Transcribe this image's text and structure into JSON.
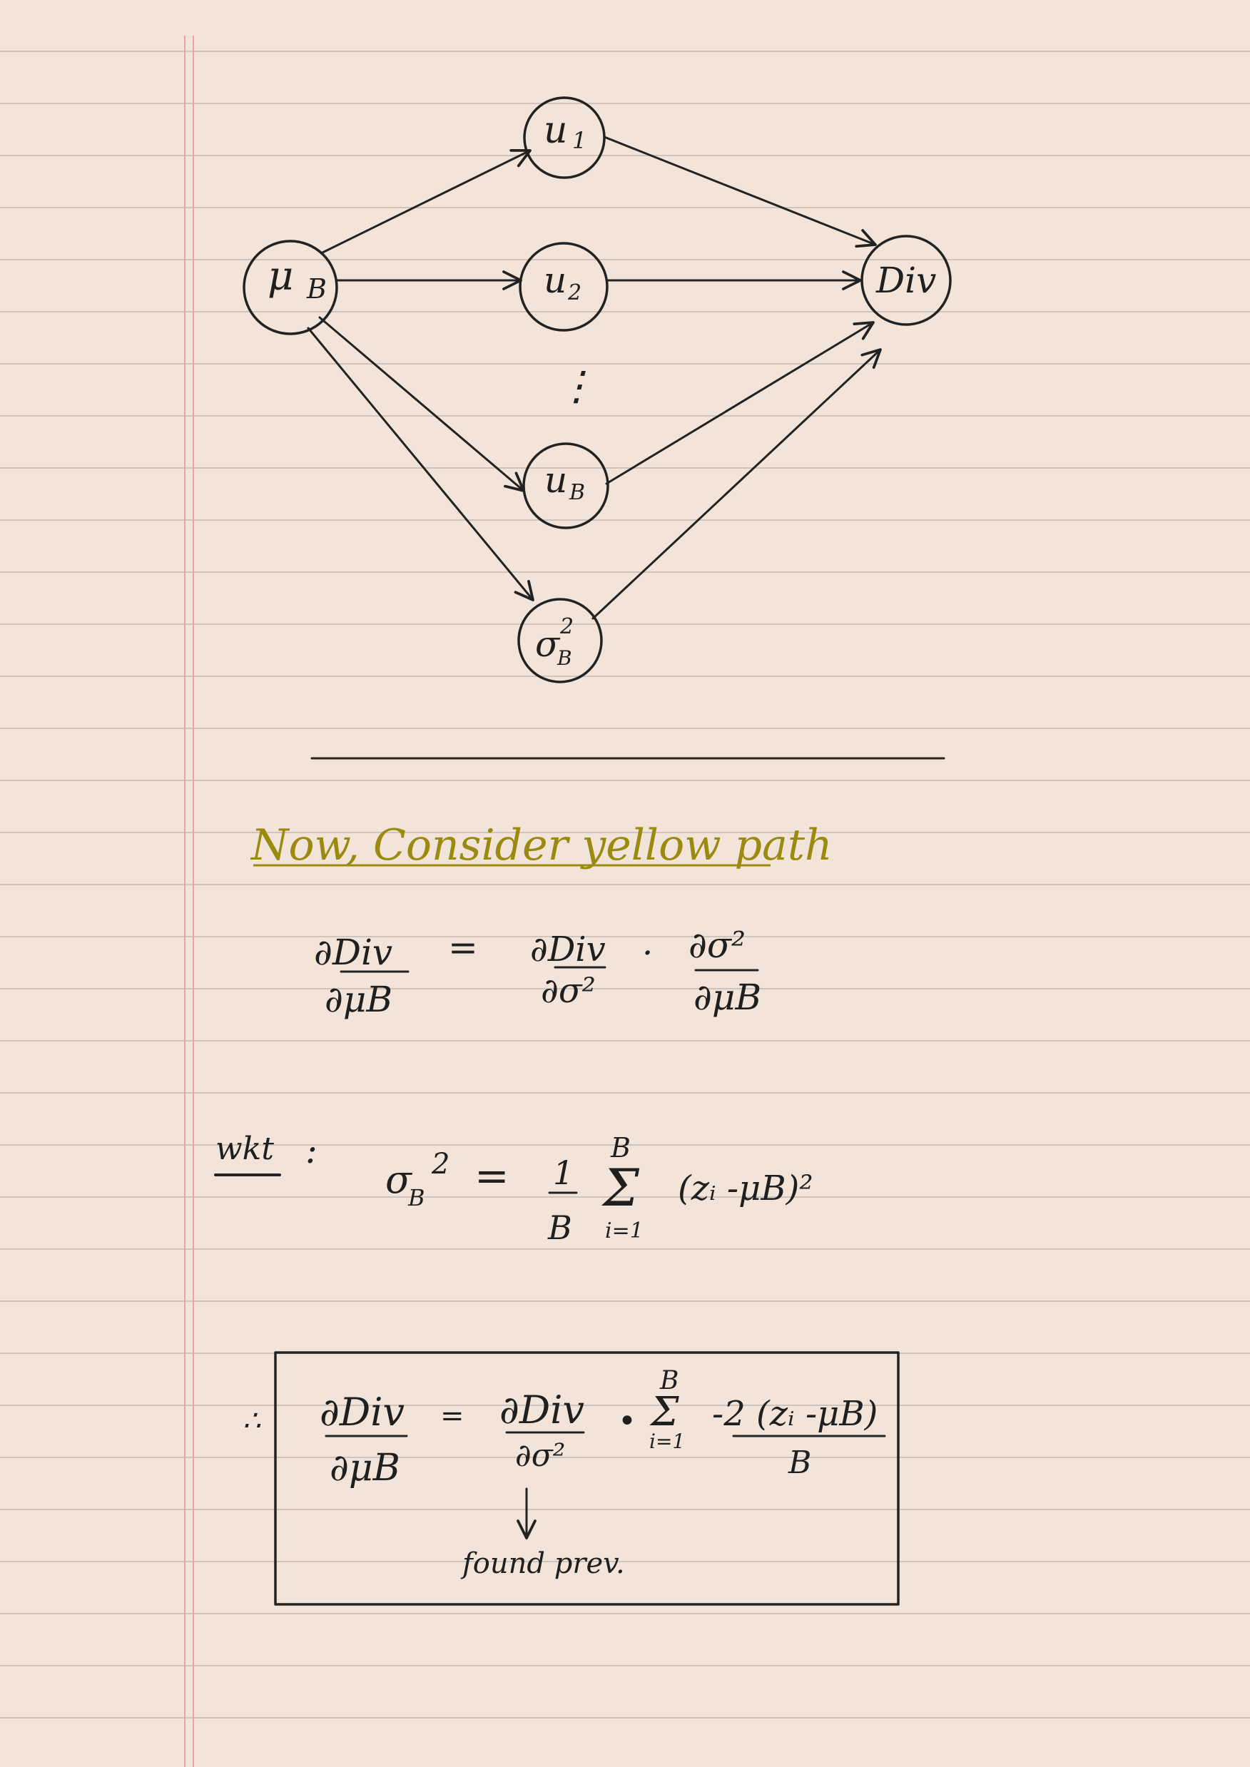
{
  "graph": {
    "nodes": {
      "mu_b": "μ",
      "mu_b_sub": "B",
      "u1": "u",
      "u1_sub": "1",
      "u2": "u",
      "u2_sub": "2",
      "ub": "u",
      "ub_sub": "B",
      "sigma": "σ",
      "sigma_sup": "2",
      "sigma_sub": "B",
      "div": "Div"
    },
    "ellipsis": "⋮"
  },
  "heading": "Now, Consider yellow path",
  "chain_rule": {
    "lhs_num": "∂Div",
    "lhs_den": "∂μB",
    "equals": "=",
    "t1_num": "∂Div",
    "t1_den": "∂σ²",
    "dot": "·",
    "t2_num": "∂σ²",
    "t2_den": "∂μB"
  },
  "wkt": {
    "label": "wkt",
    "colon": ":",
    "lhs": "σ",
    "lhs_sub": "B",
    "lhs_sup": "2",
    "equals": "=",
    "frac_num": "1",
    "frac_den": "B",
    "sum_top": "B",
    "sum_sym": "Σ",
    "sum_bottom": "i=1",
    "term": "(zᵢ -μB)²"
  },
  "result": {
    "therefore": "∴",
    "lhs_num": "∂Div",
    "lhs_den": "∂μB",
    "equals": "=",
    "t1_num": "∂Div",
    "t1_den": "∂σ²",
    "dot": "•",
    "sum_top": "B",
    "sum_sym": "Σ",
    "sum_bottom": "i=1",
    "t2_num": "-2 (zᵢ -μB)",
    "t2_den": "B",
    "note": "found prev."
  }
}
